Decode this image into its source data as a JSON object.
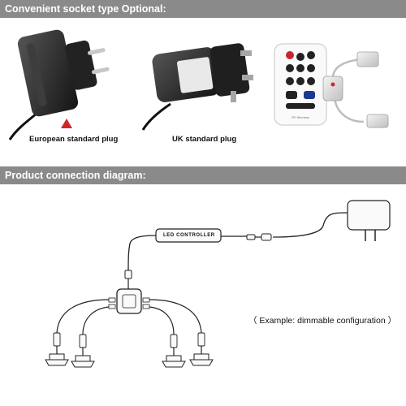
{
  "sections": {
    "socket_title": "Convenient socket type Optional:",
    "diagram_title": "Product connection diagram:"
  },
  "plugs": {
    "eu_label": "European standard plug",
    "uk_label": "UK standard plug",
    "remote_label": "RF Wireless"
  },
  "diagram": {
    "controller_label": "LED CONTROLLER",
    "example_note": "（ Example: dimmable configuration ）"
  },
  "colors": {
    "header_bar": "#8a8a8a",
    "eu_marker": "#d0262a",
    "remote_button_blue": "#1b3a8f",
    "remote_button_red": "#c8262a"
  },
  "icons": [
    "eu-plug-adapter-icon",
    "uk-plug-adapter-icon",
    "rf-remote-icon",
    "mini-controller-icon",
    "triangle-marker-icon",
    "power-adapter-icon",
    "led-controller-icon",
    "splitter-hub-icon",
    "puck-light-icon"
  ]
}
